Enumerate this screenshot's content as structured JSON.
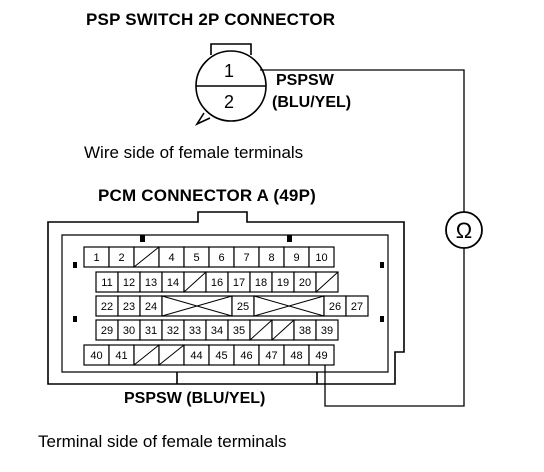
{
  "psp_connector": {
    "title": "PSP SWITCH 2P CONNECTOR",
    "pin1": "1",
    "pin2": "2",
    "signal": "PSPSW",
    "wire_color": "(BLU/YEL)",
    "caption": "Wire side of female terminals"
  },
  "pcm_connector": {
    "title": "PCM CONNECTOR A (49P)",
    "signal_label": "PSPSW (BLU/YEL)",
    "caption": "Terminal side of female terminals",
    "rows": [
      [
        "1",
        "2",
        "",
        "4",
        "5",
        "6",
        "7",
        "8",
        "9",
        "10"
      ],
      [
        "11",
        "12",
        "13",
        "14",
        "",
        "16",
        "17",
        "18",
        "19",
        "20",
        ""
      ],
      [
        "22",
        "23",
        "24",
        "",
        "25",
        "",
        "26",
        "27"
      ],
      [
        "29",
        "30",
        "31",
        "32",
        "33",
        "34",
        "35",
        "",
        "",
        "38",
        "39"
      ],
      [
        "40",
        "41",
        "",
        "",
        "44",
        "45",
        "46",
        "47",
        "48",
        "49"
      ]
    ]
  },
  "meter": {
    "symbol": "Ω"
  }
}
